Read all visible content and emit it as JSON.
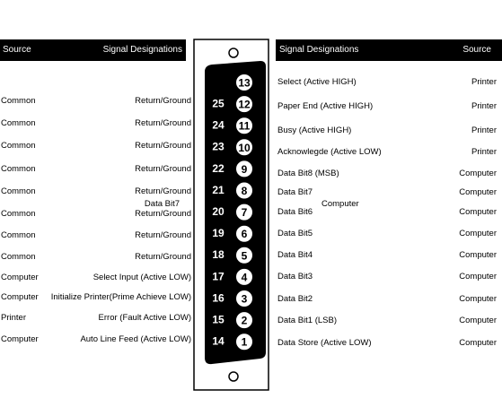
{
  "left_header": {
    "source": "Source",
    "signal": "Signal Designations"
  },
  "right_header": {
    "signal": "Signal Designations",
    "source": "Source"
  },
  "left_rows": [
    {
      "source": "Common",
      "signal": "Return/Ground"
    },
    {
      "source": "Common",
      "signal": "Return/Ground"
    },
    {
      "source": "Common",
      "signal": "Return/Ground"
    },
    {
      "source": "Common",
      "signal": "Return/Ground"
    },
    {
      "source": "Common",
      "signal": "Return/Ground"
    },
    {
      "source": "Common",
      "signal": "Return/Ground"
    },
    {
      "source": "Common",
      "signal": "Return/Ground"
    },
    {
      "source": "Common",
      "signal": "Return/Ground"
    },
    {
      "source": "Computer",
      "signal": "Select Input (Active LOW)"
    },
    {
      "source": "Computer",
      "signal": "Initialize Printer(Prime Achieve LOW)"
    },
    {
      "source": "Printer",
      "signal": "Error (Fault Active LOW)"
    },
    {
      "source": "Computer",
      "signal": "Auto Line Feed (Active LOW)"
    }
  ],
  "left_extra": "Data Bit7",
  "right_rows": [
    {
      "signal": "Select (Active HIGH)",
      "source": "Printer"
    },
    {
      "signal": "Paper End (Active HIGH)",
      "source": "Printer"
    },
    {
      "signal": "Busy (Active HIGH)",
      "source": "Printer"
    },
    {
      "signal": "Acknowlegde (Active LOW)",
      "source": "Printer"
    },
    {
      "signal": "Data Bit8 (MSB)",
      "source": "Computer"
    },
    {
      "signal": "Data Bit7",
      "source": "Computer"
    },
    {
      "signal": "Data Bit6",
      "source": "Computer"
    },
    {
      "signal": "Data Bit5",
      "source": "Computer"
    },
    {
      "signal": "Data Bit4",
      "source": "Computer"
    },
    {
      "signal": "Data Bit3",
      "source": "Computer"
    },
    {
      "signal": "Data Bit2",
      "source": "Computer"
    },
    {
      "signal": "Data Bit1 (LSB)",
      "source": "Computer"
    },
    {
      "signal": "Data Store (Active LOW)",
      "source": "Computer"
    }
  ],
  "right_extra": "Computer",
  "connector": {
    "top_row_pins": [
      "13",
      "12",
      "11",
      "10",
      "9",
      "8",
      "7",
      "6",
      "5",
      "4",
      "3",
      "2",
      "1"
    ],
    "bottom_row_pins": [
      "25",
      "24",
      "23",
      "22",
      "21",
      "20",
      "19",
      "18",
      "17",
      "16",
      "15",
      "14"
    ]
  }
}
